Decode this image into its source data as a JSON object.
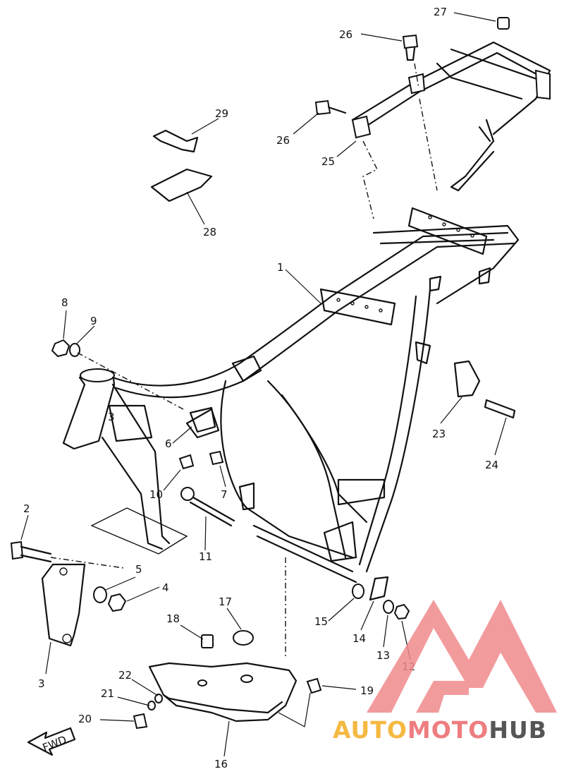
{
  "callouts": {
    "p1": "1",
    "p2": "2",
    "p3": "3",
    "p3b": "3",
    "p4": "4",
    "p5": "5",
    "p6": "6",
    "p7": "7",
    "p8": "8",
    "p9": "9",
    "p10": "10",
    "p11": "11",
    "p12": "12",
    "p13": "13",
    "p14": "14",
    "p15": "15",
    "p16": "16",
    "p17": "17",
    "p18": "18",
    "p19": "19",
    "p20": "20",
    "p21": "21",
    "p22": "22",
    "p23": "23",
    "p24": "24",
    "p25": "25",
    "p26a": "26",
    "p26b": "26",
    "p27": "27",
    "p28": "28",
    "p29": "29"
  },
  "direction_arrow": {
    "label": "FWD"
  },
  "watermark": {
    "part1": "AUTO",
    "part2": "MOTO",
    "part3": "HUB",
    "colors": {
      "auto": "#F5B942",
      "moto": "#EE7D80",
      "hub": "#555555",
      "logo": "#F08A8C"
    }
  }
}
